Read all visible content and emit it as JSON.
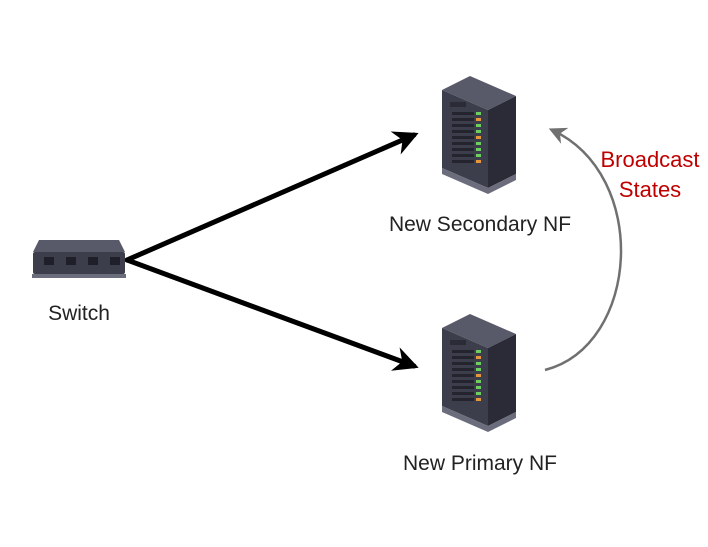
{
  "nodes": {
    "switch": {
      "label": "Switch"
    },
    "secondary": {
      "label": "New Secondary NF"
    },
    "primary": {
      "label": "New Primary NF"
    }
  },
  "annotation": {
    "line1": "Broadcast",
    "line2": "States",
    "color": "#c00000"
  },
  "colors": {
    "arrow": "#000000",
    "curve": "#707070",
    "device_body": "#3d3e4c",
    "device_top": "#585a6a",
    "led_green": "#6dcf5d",
    "led_orange": "#e8963a"
  }
}
